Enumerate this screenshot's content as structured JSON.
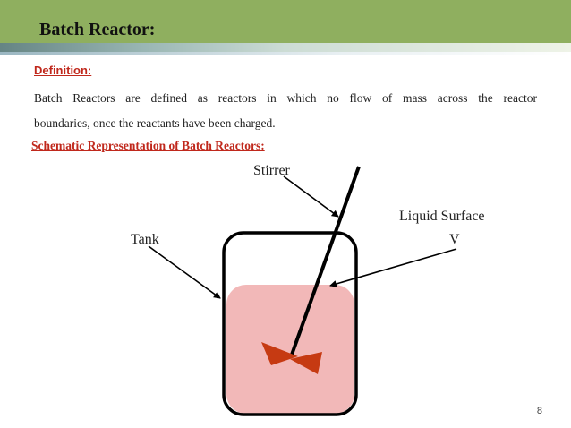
{
  "slide": {
    "title": "Batch Reactor:",
    "definition_heading": "Definition:",
    "definition_line1": "Batch Reactors are defined as reactors in which no flow of mass across the reactor",
    "definition_line2": "boundaries, once the reactants have been charged.",
    "schematic_heading": "Schematic Representation of Batch Reactors:",
    "page_number": "8"
  },
  "diagram": {
    "labels": {
      "stirrer": "Stirrer",
      "tank": "Tank",
      "liquid_surface": "Liquid Surface",
      "volume": "V"
    }
  },
  "colors": {
    "header": "#8faf5f",
    "accent_red": "#c0281c",
    "liquid_fill": "#f2b8b8",
    "impeller": "#c63a12",
    "tank_outline": "#000000"
  }
}
